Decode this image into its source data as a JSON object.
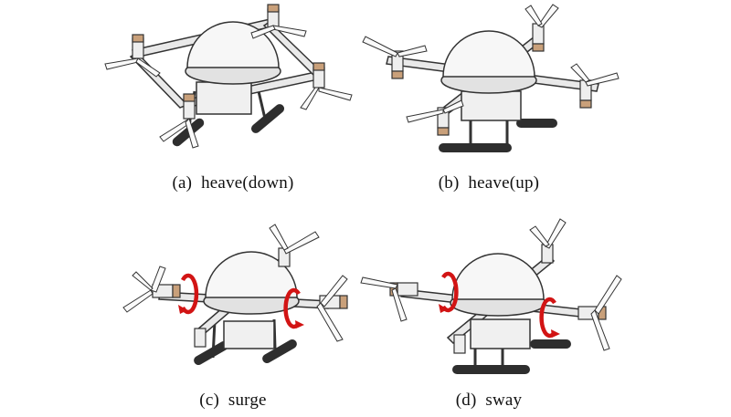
{
  "figure": {
    "panels": [
      {
        "id": "a",
        "caption": "(a)  heave(down)",
        "arrows": false
      },
      {
        "id": "b",
        "caption": "(b)  heave(up)",
        "arrows": false
      },
      {
        "id": "c",
        "caption": "(c)  surge",
        "arrows": true
      },
      {
        "id": "d",
        "caption": "(d)  sway",
        "arrows": true
      }
    ],
    "colors": {
      "body": "#f4f4f4",
      "outline": "#333333",
      "arm": "#e9e9e9",
      "motor_cap": "#c9a07a",
      "skid": "#2e2e2e",
      "arrow": "#d21414"
    }
  }
}
